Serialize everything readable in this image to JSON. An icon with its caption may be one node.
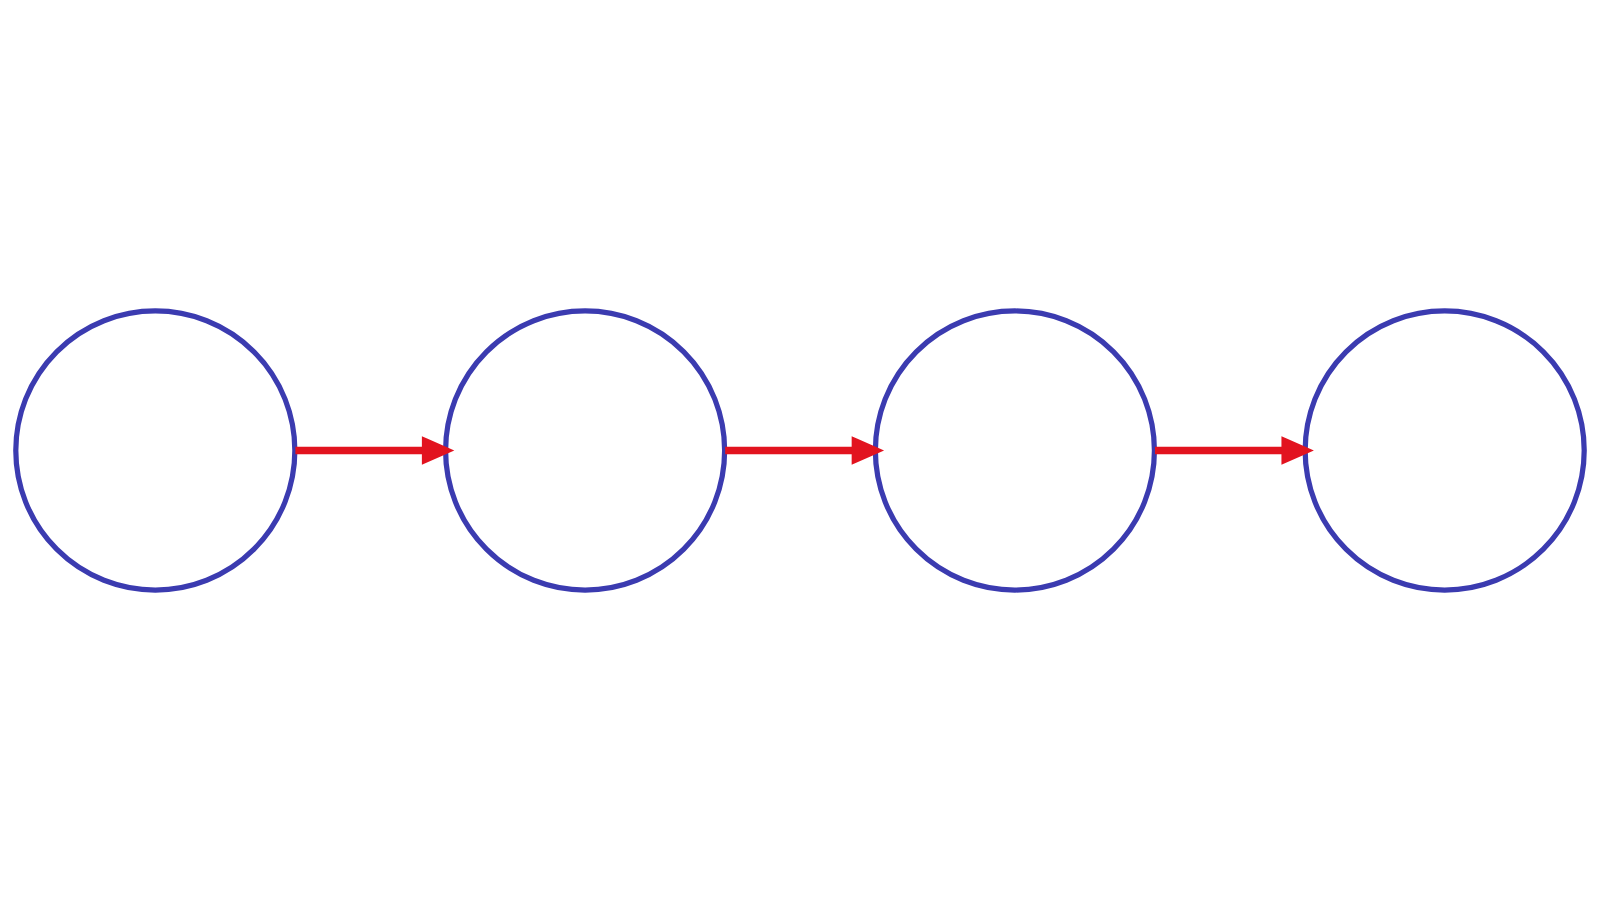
{
  "diagram": {
    "nodes": [
      {
        "text": [],
        "shape": "circle"
      },
      {
        "text": [],
        "shape": "circle"
      },
      {
        "text": [],
        "shape": "circle"
      },
      {
        "text": [],
        "shape": "circle"
      }
    ],
    "edges": [
      {
        "from": 0,
        "to": 1,
        "arrow": "to"
      },
      {
        "from": 1,
        "to": 2,
        "arrow": "to"
      },
      {
        "from": 2,
        "to": 3,
        "arrow": "to"
      }
    ]
  }
}
